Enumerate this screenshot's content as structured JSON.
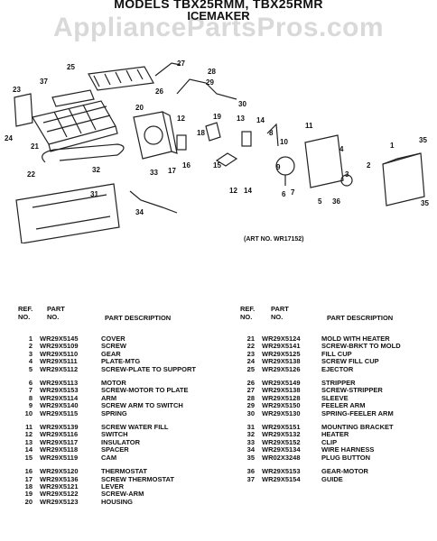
{
  "watermark": "AppliancePartsPros.com",
  "header": {
    "title": "MODELS TBX25RMM, TBX25RMR",
    "subtitle": "ICEMAKER"
  },
  "art_number": "(ART NO. WR17152)",
  "table_headers": {
    "ref": "REF. NO.",
    "part": "PART NO.",
    "desc": "PART DESCRIPTION"
  },
  "parts_left": [
    {
      "ref": "1",
      "part": "WR29X5145",
      "desc": "COVER"
    },
    {
      "ref": "2",
      "part": "WR29X5109",
      "desc": "SCREW"
    },
    {
      "ref": "3",
      "part": "WR29X5110",
      "desc": "GEAR"
    },
    {
      "ref": "4",
      "part": "WR29X5111",
      "desc": "PLATE-MTG"
    },
    {
      "ref": "5",
      "part": "WR29X5112",
      "desc": "SCREW-PLATE TO SUPPORT"
    },
    {
      "ref": "6",
      "part": "WR29X5113",
      "desc": "MOTOR"
    },
    {
      "ref": "7",
      "part": "WR29X5153",
      "desc": "SCREW-MOTOR TO PLATE"
    },
    {
      "ref": "8",
      "part": "WR29X5114",
      "desc": "ARM"
    },
    {
      "ref": "9",
      "part": "WR29X5140",
      "desc": "SCREW ARM TO SWITCH"
    },
    {
      "ref": "10",
      "part": "WR29X5115",
      "desc": "SPRING"
    },
    {
      "ref": "11",
      "part": "WR29X5139",
      "desc": "SCREW WATER FILL"
    },
    {
      "ref": "12",
      "part": "WR29X5116",
      "desc": "SWITCH"
    },
    {
      "ref": "13",
      "part": "WR29X5117",
      "desc": "INSULATOR"
    },
    {
      "ref": "14",
      "part": "WR29X5118",
      "desc": "SPACER"
    },
    {
      "ref": "15",
      "part": "WR29X5119",
      "desc": "CAM"
    },
    {
      "ref": "16",
      "part": "WR29X5120",
      "desc": "THERMOSTAT"
    },
    {
      "ref": "17",
      "part": "WR29X5136",
      "desc": "SCREW THERMOSTAT"
    },
    {
      "ref": "18",
      "part": "WR29X5121",
      "desc": "LEVER"
    },
    {
      "ref": "19",
      "part": "WR29X5122",
      "desc": "SCREW-ARM"
    },
    {
      "ref": "20",
      "part": "WR29X5123",
      "desc": "HOUSING"
    }
  ],
  "parts_right": [
    {
      "ref": "21",
      "part": "WR29X5124",
      "desc": "MOLD WITH HEATER"
    },
    {
      "ref": "22",
      "part": "WR29X5141",
      "desc": "SCREW-BRKT TO MOLD"
    },
    {
      "ref": "23",
      "part": "WR29X5125",
      "desc": "FILL CUP"
    },
    {
      "ref": "24",
      "part": "WR29X5138",
      "desc": "SCREW FILL CUP"
    },
    {
      "ref": "25",
      "part": "WR29X5126",
      "desc": "EJECTOR"
    },
    {
      "ref": "26",
      "part": "WR29X5149",
      "desc": "STRIPPER"
    },
    {
      "ref": "27",
      "part": "WR29X5138",
      "desc": "SCREW-STRIPPER"
    },
    {
      "ref": "28",
      "part": "WR29X5128",
      "desc": "SLEEVE"
    },
    {
      "ref": "29",
      "part": "WR29X5150",
      "desc": "FEELER ARM"
    },
    {
      "ref": "30",
      "part": "WR29X5130",
      "desc": "SPRING-FEELER ARM"
    },
    {
      "ref": "31",
      "part": "WR29X5151",
      "desc": "MOUNTING BRACKET"
    },
    {
      "ref": "32",
      "part": "WR29X5132",
      "desc": "HEATER"
    },
    {
      "ref": "33",
      "part": "WR29X5152",
      "desc": "CLIP"
    },
    {
      "ref": "34",
      "part": "WR29X5134",
      "desc": "WIRE HARNESS"
    },
    {
      "ref": "35",
      "part": "WR02X3248",
      "desc": "PLUG BUTTON"
    },
    {
      "ref": "36",
      "part": "WR29X5153",
      "desc": "GEAR-MOTOR"
    },
    {
      "ref": "37",
      "part": "WR29X5154",
      "desc": "GUIDE"
    }
  ]
}
